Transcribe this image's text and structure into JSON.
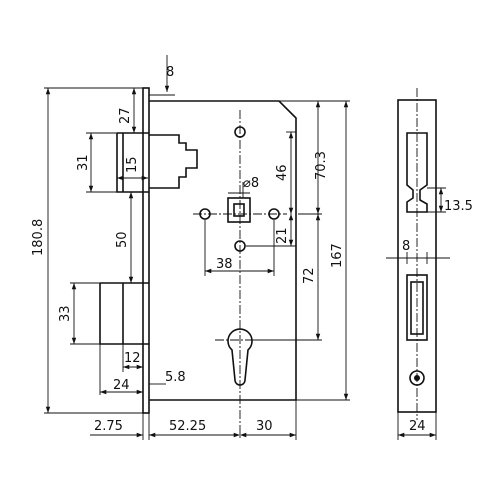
{
  "drawing": {
    "subject": "Mortise lock case",
    "dimensions": {
      "faceplate_thickness": "8",
      "bolt_top_offset": "27",
      "total_height": "180.8",
      "latch_height": "31",
      "latch_width": "15",
      "spindle_hole_to_top": "46",
      "case_upper_height": "70.3",
      "spindle_square": "8",
      "spindle_to_deadbolt": "50",
      "screw_hole_lower_offset": "21",
      "screw_hole_spacing": "38",
      "spindle_to_cylinder": "72",
      "case_lower_height": "167",
      "deadbolt_height": "33",
      "deadbolt_throw": "12",
      "deadbolt_projection": "24",
      "small_offset": "5.8",
      "faceplate_overhang": "2.75",
      "backset": "52.25",
      "cylinder_to_back": "30",
      "side_slot_height": "13.5",
      "side_faceplate_width": "8",
      "side_case_width": "24"
    },
    "spindle_prefix": "⌀"
  }
}
